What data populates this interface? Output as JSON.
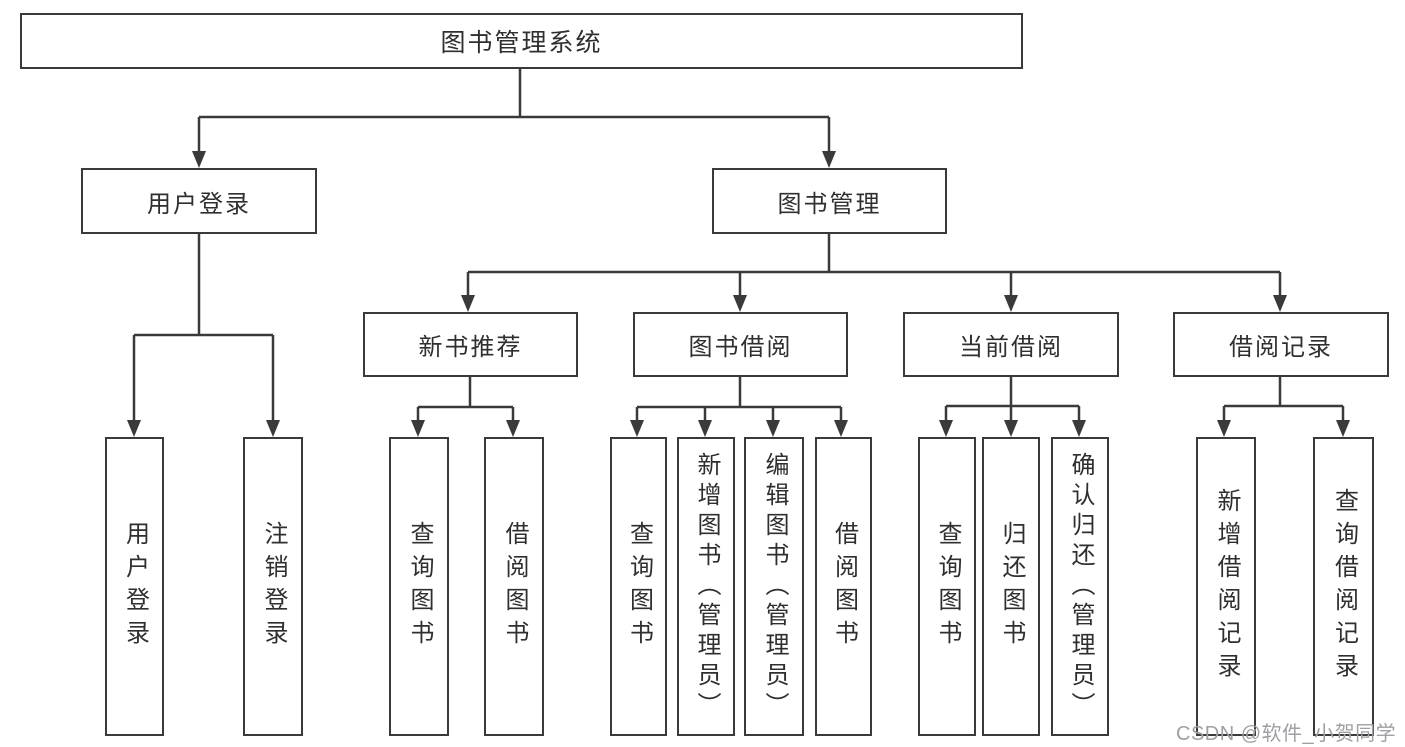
{
  "diagram": {
    "title": "图书管理系统",
    "tree": {
      "root": {
        "label": "图书管理系统"
      },
      "user_login_branch": {
        "label": "用户登录",
        "children": [
          {
            "label": "用户登录"
          },
          {
            "label": "注销登录"
          }
        ]
      },
      "book_mgmt_branch": {
        "label": "图书管理",
        "children": [
          {
            "label": "新书推荐",
            "children": [
              {
                "label": "查询图书"
              },
              {
                "label": "借阅图书"
              }
            ]
          },
          {
            "label": "图书借阅",
            "children": [
              {
                "label": "查询图书"
              },
              {
                "label": "新增图书（管理员）"
              },
              {
                "label": "编辑图书（管理员）"
              },
              {
                "label": "借阅图书"
              }
            ]
          },
          {
            "label": "当前借阅",
            "children": [
              {
                "label": "查询图书"
              },
              {
                "label": "归还图书"
              },
              {
                "label": "确认归还（管理员）"
              }
            ]
          },
          {
            "label": "借阅记录",
            "children": [
              {
                "label": "新增借阅记录"
              },
              {
                "label": "查询借阅记录"
              }
            ]
          }
        ]
      }
    },
    "colors": {
      "line": "#3a3a3a",
      "box_border": "#3a3a3a",
      "text": "#2f2f2f",
      "background": "#ffffff",
      "watermark": "#9fa0a4"
    }
  },
  "watermark": {
    "text": "CSDN @软件_小贺同学"
  }
}
